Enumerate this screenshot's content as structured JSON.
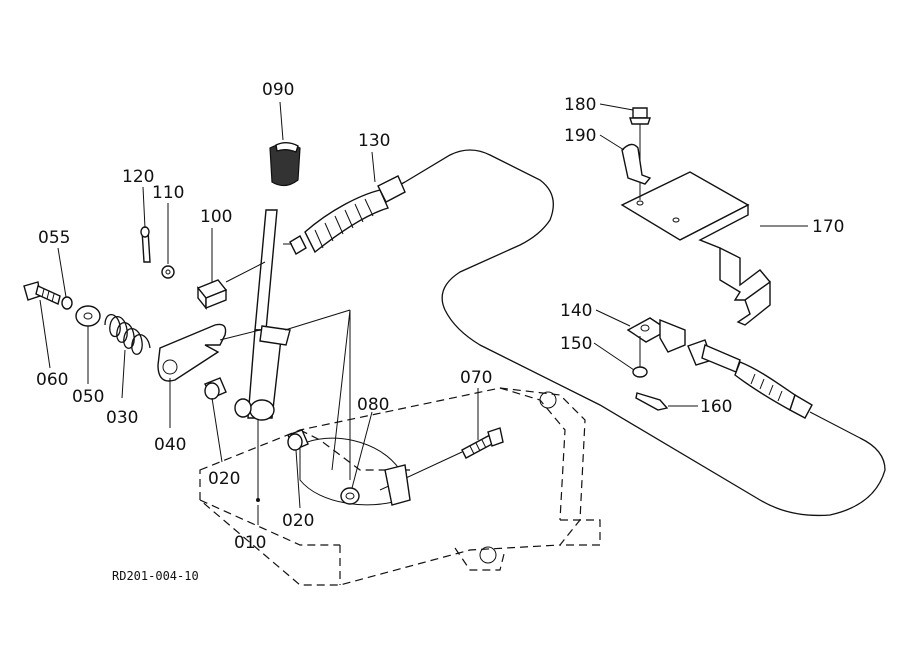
{
  "diagram": {
    "drawing_code": "RD201-004-10",
    "callouts": [
      {
        "key": "p010",
        "label": "010"
      },
      {
        "key": "p020a",
        "label": "020"
      },
      {
        "key": "p020b",
        "label": "020"
      },
      {
        "key": "p030",
        "label": "030"
      },
      {
        "key": "p040",
        "label": "040"
      },
      {
        "key": "p050",
        "label": "050"
      },
      {
        "key": "p055",
        "label": "055"
      },
      {
        "key": "p060",
        "label": "060"
      },
      {
        "key": "p070",
        "label": "070"
      },
      {
        "key": "p080",
        "label": "080"
      },
      {
        "key": "p090",
        "label": "090"
      },
      {
        "key": "p100",
        "label": "100"
      },
      {
        "key": "p110",
        "label": "110"
      },
      {
        "key": "p120",
        "label": "120"
      },
      {
        "key": "p130",
        "label": "130"
      },
      {
        "key": "p140",
        "label": "140"
      },
      {
        "key": "p150",
        "label": "150"
      },
      {
        "key": "p160",
        "label": "160"
      },
      {
        "key": "p170",
        "label": "170"
      },
      {
        "key": "p180",
        "label": "180"
      },
      {
        "key": "p190",
        "label": "190"
      }
    ]
  }
}
